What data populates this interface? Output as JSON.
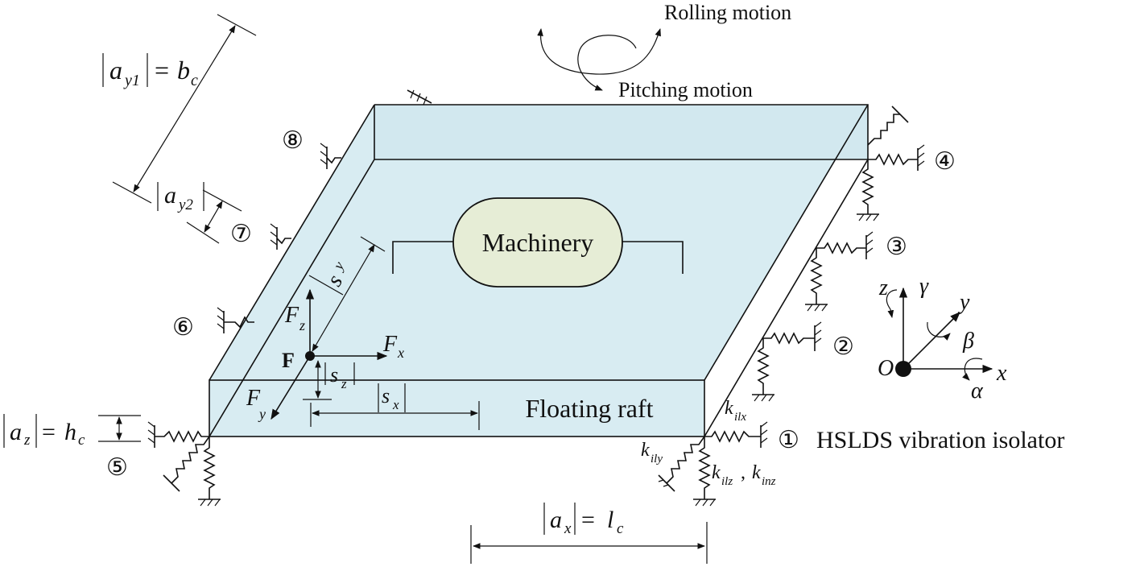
{
  "diagram": {
    "motions": {
      "rolling": "Rolling motion",
      "pitching": "Pitching motion"
    },
    "components": {
      "machinery": "Machinery",
      "raft": "Floating raft",
      "isolator_note": "HSLDS vibration isolator"
    },
    "isolator_markers": [
      "①",
      "②",
      "③",
      "④",
      "⑤",
      "⑥",
      "⑦",
      "⑧"
    ],
    "dimensions": {
      "ay1": {
        "lhs": "a",
        "sub": "y1",
        "rhs": "b",
        "rhs_sub": "c"
      },
      "ay2": {
        "lhs": "a",
        "sub": "y2"
      },
      "az": {
        "lhs": "a",
        "sub": "z",
        "rhs": "h",
        "rhs_sub": "c"
      },
      "ax": {
        "lhs": "a",
        "sub": "x",
        "rhs": "l",
        "rhs_sub": "c"
      }
    },
    "force": {
      "point": "F",
      "Fx": {
        "base": "F",
        "sub": "x"
      },
      "Fy": {
        "base": "F",
        "sub": "y"
      },
      "Fz": {
        "base": "F",
        "sub": "z"
      },
      "sx": {
        "base": "s",
        "sub": "x"
      },
      "sy": {
        "base": "s",
        "sub": "y"
      },
      "sz": {
        "base": "s",
        "sub": "z"
      }
    },
    "stiffness": {
      "kilx": {
        "base": "k",
        "sub": "ilx"
      },
      "kily": {
        "base": "k",
        "sub": "ily"
      },
      "kilz": {
        "base": "k",
        "sub": "ilz"
      },
      "kinz": {
        "base": "k",
        "sub": "inz"
      },
      "separator": ","
    },
    "axes": {
      "origin": "O",
      "x": "x",
      "y": "y",
      "z": "z",
      "alpha": "α",
      "beta": "β",
      "gamma": "γ"
    },
    "colors": {
      "raft_fill": "#d8ecf2",
      "machinery_fill": "#e6edd6",
      "line": "#111111"
    }
  }
}
